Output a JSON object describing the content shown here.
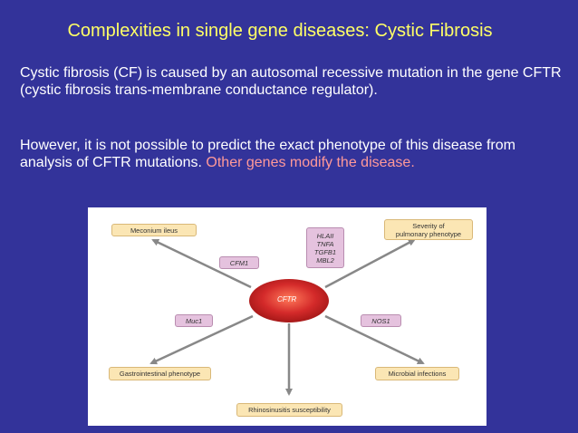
{
  "slide": {
    "title": "Complexities in single gene diseases: Cystic Fibrosis",
    "para1": "Cystic fibrosis (CF) is caused by an autosomal recessive mutation in the gene CFTR (cystic fibrosis trans-membrane conductance regulator).",
    "para2_main": "However, it is not possible to predict the exact phenotype of this disease from analysis of CFTR mutations. ",
    "para2_highlight": "Other genes modify the disease."
  },
  "diagram": {
    "center": "CFTR",
    "phenotypes": {
      "meconium": "Meconium ileus",
      "pulmonary_line1": "Severity of",
      "pulmonary_line2": "pulmonary phenotype",
      "gastro": "Gastrointestinal phenotype",
      "microbial": "Microbial infections",
      "rhino": "Rhinosinusitis susceptibility"
    },
    "genes": {
      "cfm1": "CFM1",
      "muc1": "Muc1",
      "nos1": "NOS1",
      "group": [
        "HLAII",
        "TNFA",
        "TGFB1",
        "MBL2"
      ]
    }
  },
  "colors": {
    "background": "#33339a",
    "title": "#ffff66",
    "highlight": "#ff9999",
    "phenotype_box": "#fbe6b4",
    "gene_box": "#e5c2de",
    "center_red": "#d42a2a"
  }
}
